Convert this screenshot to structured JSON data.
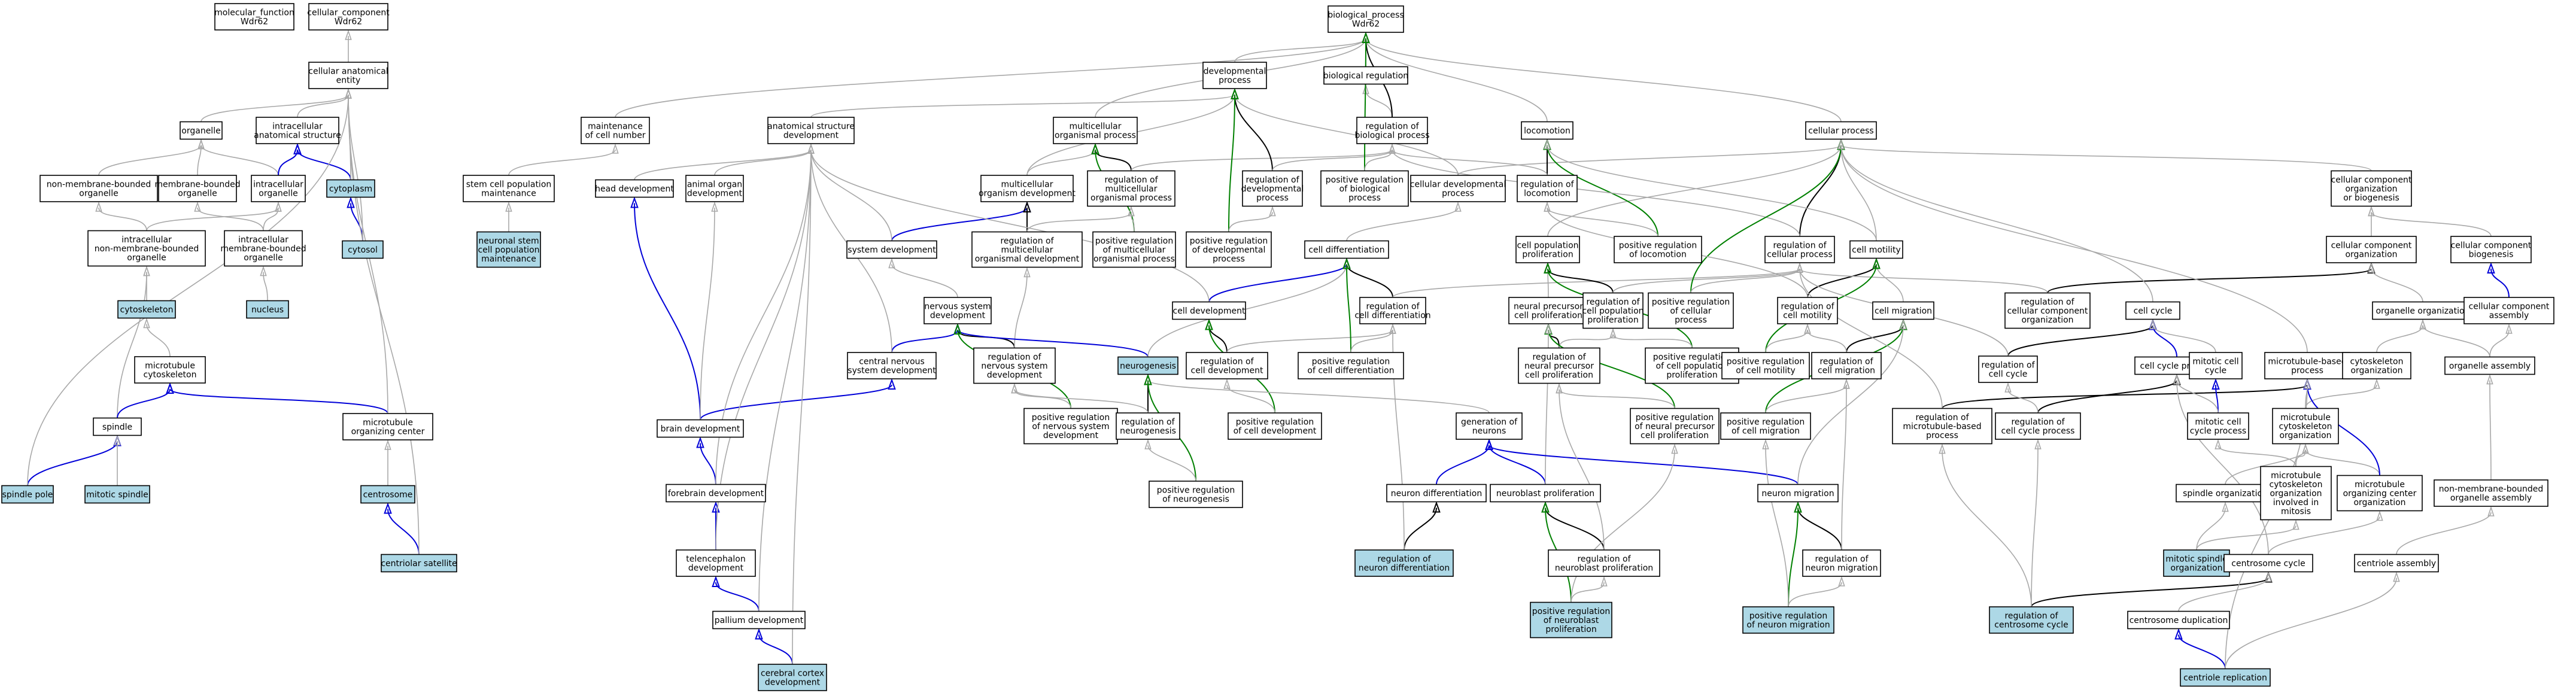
{
  "graph": {
    "colors": {
      "background": "#ffffff",
      "node_fill": "#ffffff",
      "highlight_fill": "#add8e6",
      "node_border": "#000000",
      "is_a": "#a8a8a8",
      "part_of": "#0000d8",
      "regulates": "#000000",
      "positively_regulates": "#008000"
    },
    "nodes": [
      {
        "id": "mf",
        "lines": [
          "molecular_function",
          "Wdr62"
        ],
        "highlight": false
      },
      {
        "id": "cc",
        "lines": [
          "cellular_component",
          "Wdr62"
        ],
        "highlight": false
      },
      {
        "id": "bp",
        "lines": [
          "biological_process",
          "Wdr62"
        ],
        "highlight": false
      },
      {
        "id": "cae",
        "lines": [
          "cellular anatomical",
          "entity"
        ],
        "highlight": false
      },
      {
        "id": "organelle",
        "lines": [
          "organelle"
        ],
        "highlight": false
      },
      {
        "id": "ias",
        "lines": [
          "intracellular",
          "anatomical structure"
        ],
        "highlight": false
      },
      {
        "id": "nmbo",
        "lines": [
          "non-membrane-bounded",
          "organelle"
        ],
        "highlight": false
      },
      {
        "id": "mbo",
        "lines": [
          "membrane-bounded",
          "organelle"
        ],
        "highlight": false
      },
      {
        "id": "io",
        "lines": [
          "intracellular",
          "organelle"
        ],
        "highlight": false
      },
      {
        "id": "cytoplasm",
        "lines": [
          "cytoplasm"
        ],
        "highlight": true
      },
      {
        "id": "inmbo",
        "lines": [
          "intracellular",
          "non-membrane-bounded",
          "organelle"
        ],
        "highlight": false
      },
      {
        "id": "imbo",
        "lines": [
          "intracellular",
          "membrane-bounded",
          "organelle"
        ],
        "highlight": false
      },
      {
        "id": "cytosol",
        "lines": [
          "cytosol"
        ],
        "highlight": true
      },
      {
        "id": "cytoskeleton",
        "lines": [
          "cytoskeleton"
        ],
        "highlight": true
      },
      {
        "id": "nucleus",
        "lines": [
          "nucleus"
        ],
        "highlight": true
      },
      {
        "id": "mtcs",
        "lines": [
          "microtubule",
          "cytoskeleton"
        ],
        "highlight": false
      },
      {
        "id": "spindle",
        "lines": [
          "spindle"
        ],
        "highlight": false
      },
      {
        "id": "mtoc",
        "lines": [
          "microtubule",
          "organizing center"
        ],
        "highlight": false
      },
      {
        "id": "spindlepole",
        "lines": [
          "spindle pole"
        ],
        "highlight": true
      },
      {
        "id": "mitspindle",
        "lines": [
          "mitotic spindle"
        ],
        "highlight": true
      },
      {
        "id": "centrosome",
        "lines": [
          "centrosome"
        ],
        "highlight": true
      },
      {
        "id": "centsat",
        "lines": [
          "centriolar satellite"
        ],
        "highlight": true
      },
      {
        "id": "maint",
        "lines": [
          "maintenance",
          "of cell number"
        ],
        "highlight": false
      },
      {
        "id": "scpm",
        "lines": [
          "stem cell population",
          "maintenance"
        ],
        "highlight": false
      },
      {
        "id": "nscpm",
        "lines": [
          "neuronal stem",
          "cell population",
          "maintenance"
        ],
        "highlight": true
      },
      {
        "id": "asd",
        "lines": [
          "anatomical structure",
          "development"
        ],
        "highlight": false
      },
      {
        "id": "headdev",
        "lines": [
          "head development"
        ],
        "highlight": false
      },
      {
        "id": "aod",
        "lines": [
          "animal organ",
          "development"
        ],
        "highlight": false
      },
      {
        "id": "devproc",
        "lines": [
          "developmental",
          "process"
        ],
        "highlight": false
      },
      {
        "id": "biolreg",
        "lines": [
          "biological regulation"
        ],
        "highlight": false
      },
      {
        "id": "mop",
        "lines": [
          "multicellular",
          "organismal process"
        ],
        "highlight": false
      },
      {
        "id": "rbp",
        "lines": [
          "regulation of",
          "biological process"
        ],
        "highlight": false
      },
      {
        "id": "locomotion",
        "lines": [
          "locomotion"
        ],
        "highlight": false
      },
      {
        "id": "cellproc",
        "lines": [
          "cellular process"
        ],
        "highlight": false
      },
      {
        "id": "mod",
        "lines": [
          "multicellular",
          "organism development"
        ],
        "highlight": false
      },
      {
        "id": "rmop",
        "lines": [
          "regulation of",
          "multicellular",
          "organismal process"
        ],
        "highlight": false
      },
      {
        "id": "rdp",
        "lines": [
          "regulation of",
          "developmental",
          "process"
        ],
        "highlight": false
      },
      {
        "id": "prbp",
        "lines": [
          "positive regulation",
          "of biological",
          "process"
        ],
        "highlight": false
      },
      {
        "id": "cdp",
        "lines": [
          "cellular developmental",
          "process"
        ],
        "highlight": false
      },
      {
        "id": "rloc",
        "lines": [
          "regulation of",
          "locomotion"
        ],
        "highlight": false
      },
      {
        "id": "ccob",
        "lines": [
          "cellular component",
          "organization",
          "or biogenesis"
        ],
        "highlight": false
      },
      {
        "id": "sysdev",
        "lines": [
          "system development"
        ],
        "highlight": false
      },
      {
        "id": "rmod",
        "lines": [
          "regulation of",
          "multicellular",
          "organismal development"
        ],
        "highlight": false
      },
      {
        "id": "prmop",
        "lines": [
          "positive regulation",
          "of multicellular",
          "organismal process"
        ],
        "highlight": false
      },
      {
        "id": "prdp",
        "lines": [
          "positive regulation",
          "of developmental",
          "process"
        ],
        "highlight": false
      },
      {
        "id": "celldiff",
        "lines": [
          "cell differentiation"
        ],
        "highlight": false
      },
      {
        "id": "cpp",
        "lines": [
          "cell population",
          "proliferation"
        ],
        "highlight": false
      },
      {
        "id": "prloc",
        "lines": [
          "positive regulation",
          "of locomotion"
        ],
        "highlight": false
      },
      {
        "id": "rcp",
        "lines": [
          "regulation of",
          "cellular process"
        ],
        "highlight": false
      },
      {
        "id": "cellmot",
        "lines": [
          "cell motility"
        ],
        "highlight": false
      },
      {
        "id": "cco",
        "lines": [
          "cellular component",
          "organization"
        ],
        "highlight": false
      },
      {
        "id": "ccb",
        "lines": [
          "cellular component",
          "biogenesis"
        ],
        "highlight": false
      },
      {
        "id": "nsd",
        "lines": [
          "nervous system",
          "development"
        ],
        "highlight": false
      },
      {
        "id": "celldev",
        "lines": [
          "cell development"
        ],
        "highlight": false
      },
      {
        "id": "rcd",
        "lines": [
          "regulation of",
          "cell differentiation"
        ],
        "highlight": false
      },
      {
        "id": "npcp",
        "lines": [
          "neural precursor",
          "cell proliferation"
        ],
        "highlight": false
      },
      {
        "id": "rcpp",
        "lines": [
          "regulation of",
          "cell population",
          "proliferation"
        ],
        "highlight": false
      },
      {
        "id": "prcp",
        "lines": [
          "positive regulation",
          "of cellular",
          "process"
        ],
        "highlight": false
      },
      {
        "id": "rcm",
        "lines": [
          "regulation of",
          "cell motility"
        ],
        "highlight": false
      },
      {
        "id": "cellmig",
        "lines": [
          "cell migration"
        ],
        "highlight": false
      },
      {
        "id": "rcco",
        "lines": [
          "regulation of",
          "cellular component",
          "organization"
        ],
        "highlight": false
      },
      {
        "id": "cellcycle",
        "lines": [
          "cell cycle"
        ],
        "highlight": false
      },
      {
        "id": "orgorg",
        "lines": [
          "organelle organization"
        ],
        "highlight": false
      },
      {
        "id": "cca",
        "lines": [
          "cellular component",
          "assembly"
        ],
        "highlight": false
      },
      {
        "id": "cnsd",
        "lines": [
          "central nervous",
          "system development"
        ],
        "highlight": false
      },
      {
        "id": "rnsd",
        "lines": [
          "regulation of",
          "nervous system",
          "development"
        ],
        "highlight": false
      },
      {
        "id": "neurogenesis",
        "lines": [
          "neurogenesis"
        ],
        "highlight": true
      },
      {
        "id": "rceld",
        "lines": [
          "regulation of",
          "cell development"
        ],
        "highlight": false
      },
      {
        "id": "prcd",
        "lines": [
          "positive regulation",
          "of cell differentiation"
        ],
        "highlight": false
      },
      {
        "id": "rnpcp",
        "lines": [
          "regulation of",
          "neural precursor",
          "cell proliferation"
        ],
        "highlight": false
      },
      {
        "id": "prcpp",
        "lines": [
          "positive regulation",
          "of cell population",
          "proliferation"
        ],
        "highlight": false
      },
      {
        "id": "prcm",
        "lines": [
          "positive regulation",
          "of cell motility"
        ],
        "highlight": false
      },
      {
        "id": "rcmig",
        "lines": [
          "regulation of",
          "cell migration"
        ],
        "highlight": false
      },
      {
        "id": "rcc",
        "lines": [
          "regulation of",
          "cell cycle"
        ],
        "highlight": false
      },
      {
        "id": "ccp",
        "lines": [
          "cell cycle process"
        ],
        "highlight": false
      },
      {
        "id": "mcc",
        "lines": [
          "mitotic cell",
          "cycle"
        ],
        "highlight": false
      },
      {
        "id": "mtbp",
        "lines": [
          "microtubule-based",
          "process"
        ],
        "highlight": false
      },
      {
        "id": "csorg",
        "lines": [
          "cytoskeleton",
          "organization"
        ],
        "highlight": false
      },
      {
        "id": "orgasm",
        "lines": [
          "organelle assembly"
        ],
        "highlight": false
      },
      {
        "id": "braindev",
        "lines": [
          "brain development"
        ],
        "highlight": false
      },
      {
        "id": "prnsd",
        "lines": [
          "positive regulation",
          "of nervous system",
          "development"
        ],
        "highlight": false
      },
      {
        "id": "rneuro",
        "lines": [
          "regulation of",
          "neurogenesis"
        ],
        "highlight": false
      },
      {
        "id": "prceld",
        "lines": [
          "positive regulation",
          "of cell development"
        ],
        "highlight": false
      },
      {
        "id": "gon",
        "lines": [
          "generation of",
          "neurons"
        ],
        "highlight": false
      },
      {
        "id": "prnpcp",
        "lines": [
          "positive regulation",
          "of neural precursor",
          "cell proliferation"
        ],
        "highlight": false
      },
      {
        "id": "prcmig",
        "lines": [
          "positive regulation",
          "of cell migration"
        ],
        "highlight": false
      },
      {
        "id": "rmbp",
        "lines": [
          "regulation of",
          "microtubule-based",
          "process"
        ],
        "highlight": false
      },
      {
        "id": "rccp",
        "lines": [
          "regulation of",
          "cell cycle process"
        ],
        "highlight": false
      },
      {
        "id": "mccp",
        "lines": [
          "mitotic cell",
          "cycle process"
        ],
        "highlight": false
      },
      {
        "id": "mcso",
        "lines": [
          "microtubule",
          "cytoskeleton",
          "organization"
        ],
        "highlight": false
      },
      {
        "id": "fbdev",
        "lines": [
          "forebrain development"
        ],
        "highlight": false
      },
      {
        "id": "prneuro",
        "lines": [
          "positive regulation",
          "of neurogenesis"
        ],
        "highlight": false
      },
      {
        "id": "ndiff",
        "lines": [
          "neuron differentiation"
        ],
        "highlight": false
      },
      {
        "id": "nbprol",
        "lines": [
          "neuroblast proliferation"
        ],
        "highlight": false
      },
      {
        "id": "nmig",
        "lines": [
          "neuron migration"
        ],
        "highlight": false
      },
      {
        "id": "spinorg",
        "lines": [
          "spindle organization"
        ],
        "highlight": false
      },
      {
        "id": "mcsom",
        "lines": [
          "microtubule",
          "cytoskeleton",
          "organization",
          "involved in",
          "mitosis"
        ],
        "highlight": false
      },
      {
        "id": "mtocorg",
        "lines": [
          "microtubule",
          "organizing center",
          "organization"
        ],
        "highlight": false
      },
      {
        "id": "nmboa",
        "lines": [
          "non-membrane-bounded",
          "organelle assembly"
        ],
        "highlight": false
      },
      {
        "id": "teldev",
        "lines": [
          "telencephalon",
          "development"
        ],
        "highlight": false
      },
      {
        "id": "rnd",
        "lines": [
          "regulation of",
          "neuron differentiation"
        ],
        "highlight": true
      },
      {
        "id": "rnbp",
        "lines": [
          "regulation of",
          "neuroblast proliferation"
        ],
        "highlight": false
      },
      {
        "id": "rnm",
        "lines": [
          "regulation of",
          "neuron migration"
        ],
        "highlight": false
      },
      {
        "id": "mso",
        "lines": [
          "mitotic spindle",
          "organization"
        ],
        "highlight": true
      },
      {
        "id": "centcyc",
        "lines": [
          "centrosome cycle"
        ],
        "highlight": false
      },
      {
        "id": "centasm",
        "lines": [
          "centriole assembly"
        ],
        "highlight": false
      },
      {
        "id": "pallium",
        "lines": [
          "pallium development"
        ],
        "highlight": false
      },
      {
        "id": "prnbp",
        "lines": [
          "positive regulation",
          "of neuroblast",
          "proliferation"
        ],
        "highlight": true
      },
      {
        "id": "prnm",
        "lines": [
          "positive regulation",
          "of neuron migration"
        ],
        "highlight": true
      },
      {
        "id": "rcentcyc",
        "lines": [
          "regulation of",
          "centrosome cycle"
        ],
        "highlight": true
      },
      {
        "id": "centdup",
        "lines": [
          "centrosome duplication"
        ],
        "highlight": false
      },
      {
        "id": "ccd",
        "lines": [
          "cerebral cortex",
          "development"
        ],
        "highlight": true
      },
      {
        "id": "centrep",
        "lines": [
          "centriole replication"
        ],
        "highlight": true
      }
    ]
  }
}
